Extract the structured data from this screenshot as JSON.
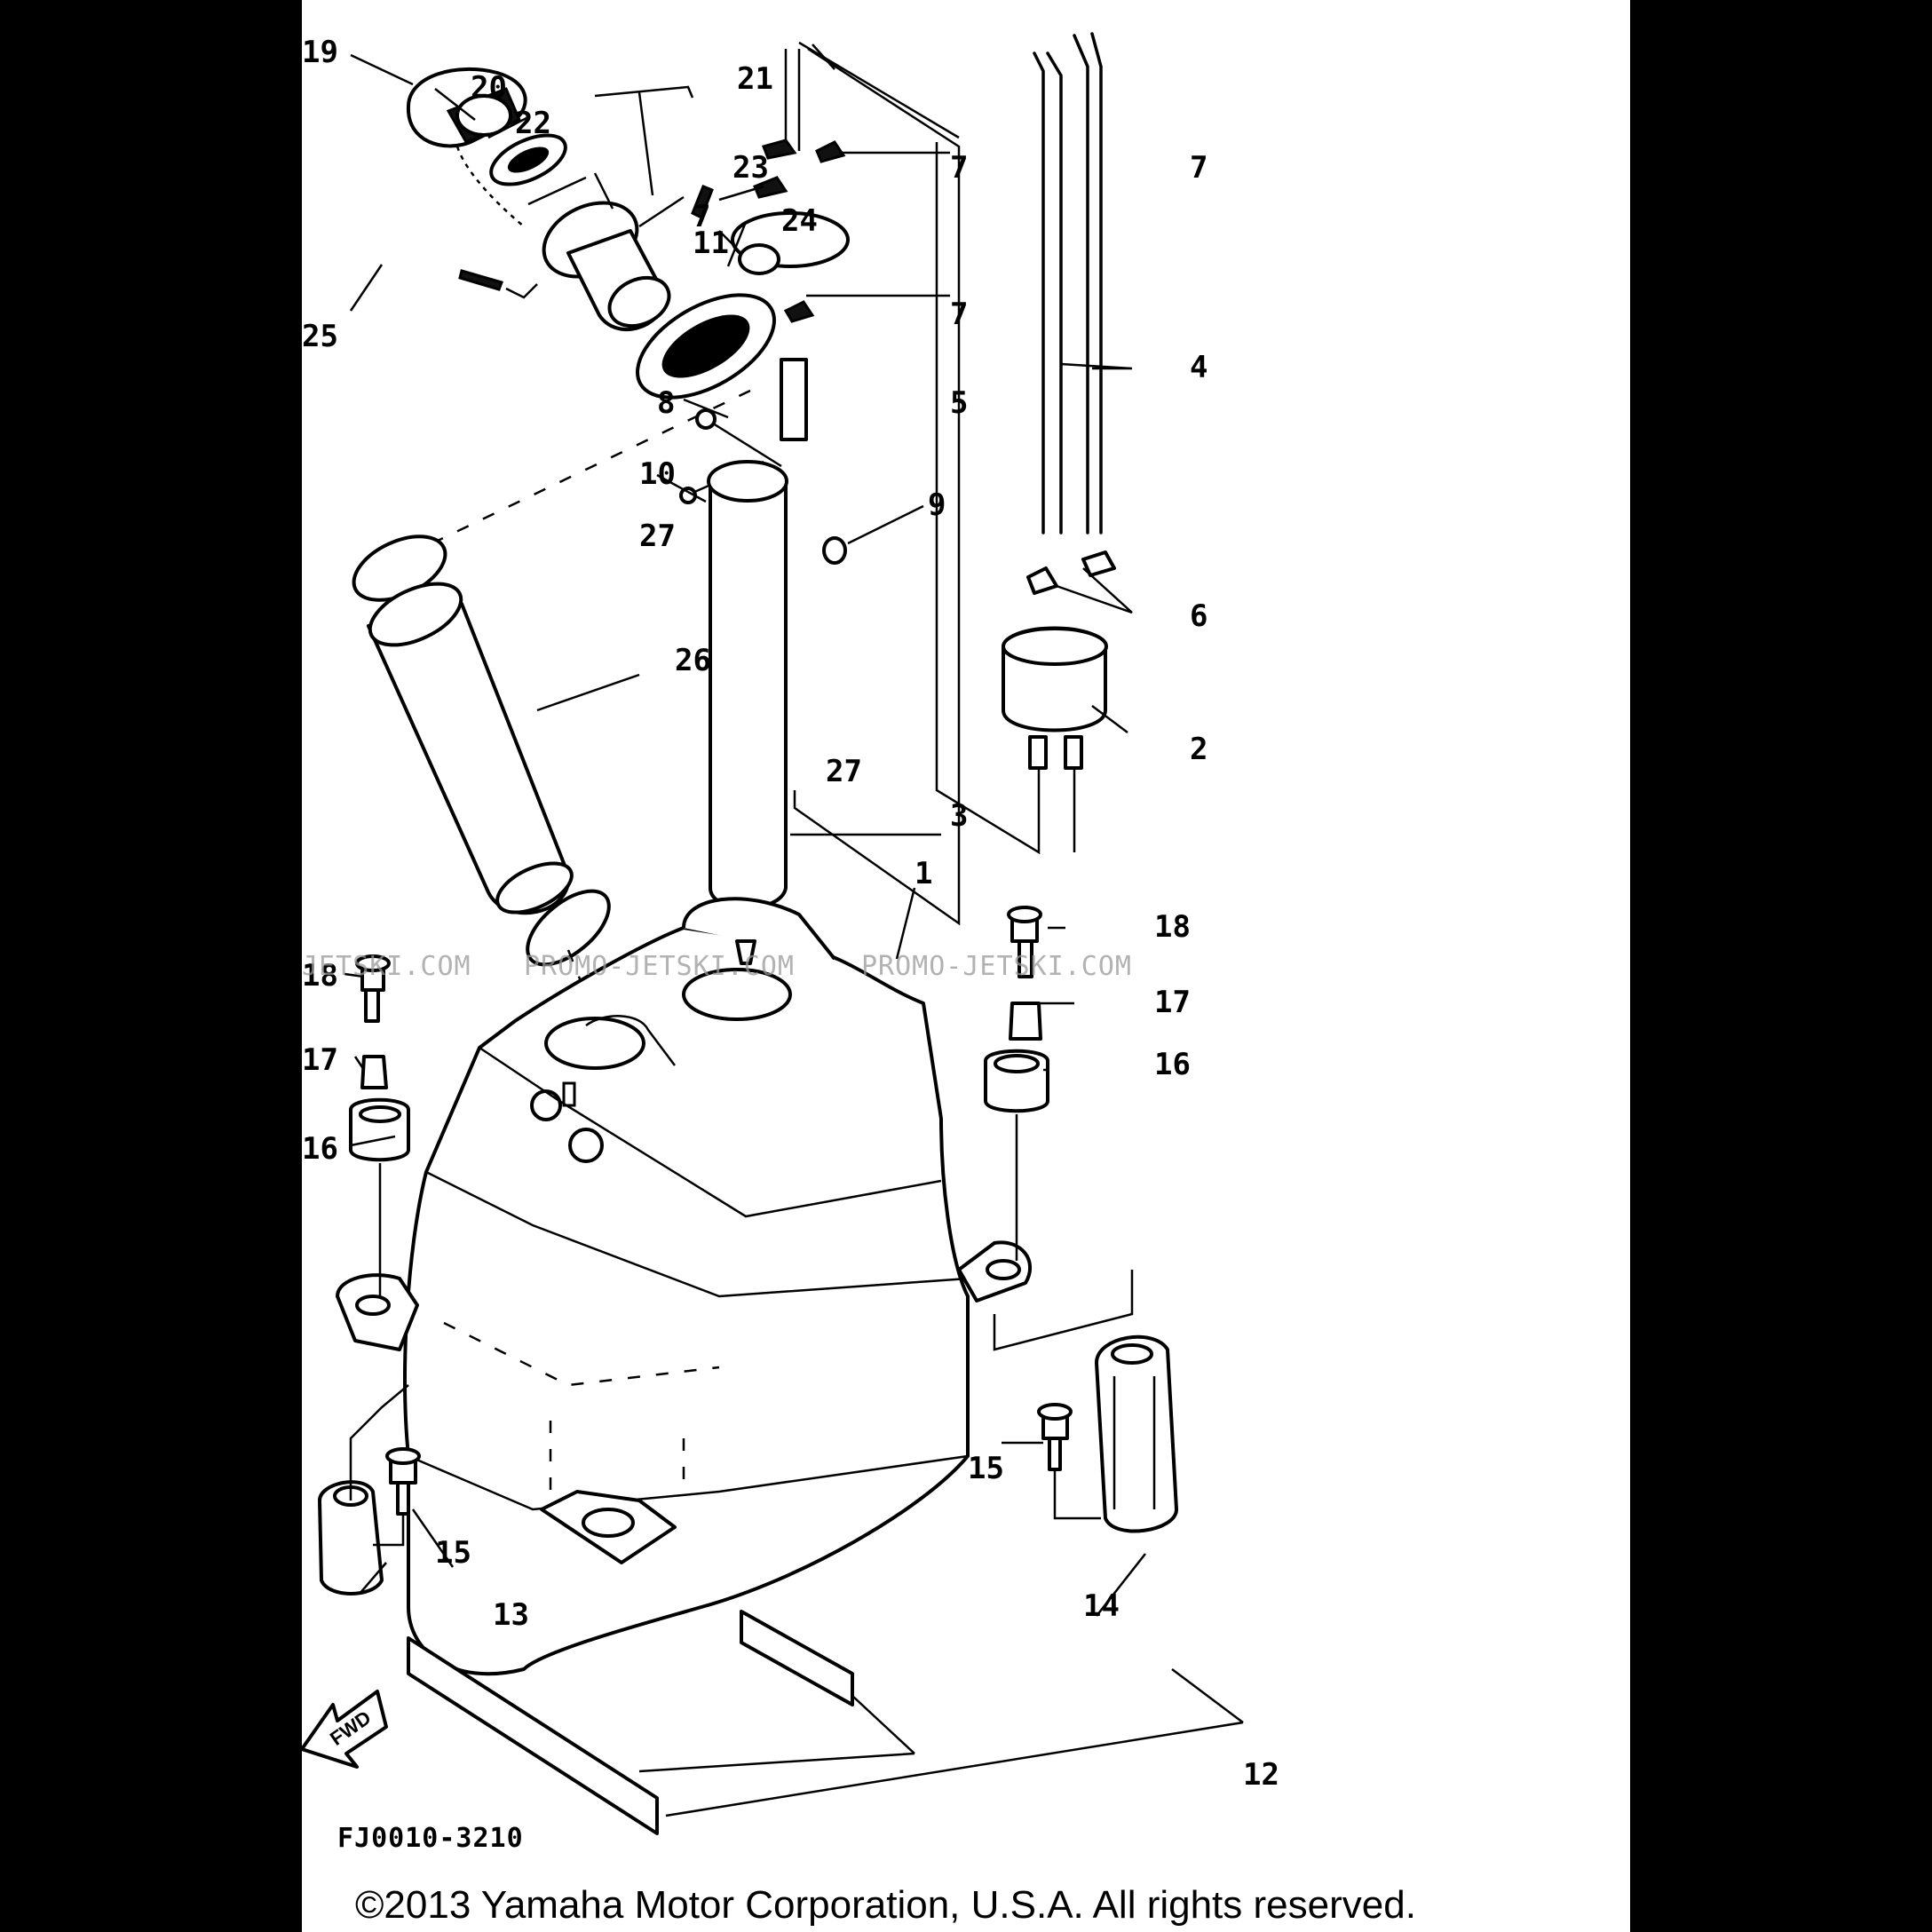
{
  "diagram": {
    "callouts": [
      "1",
      "2",
      "3",
      "4",
      "5",
      "6",
      "7",
      "7",
      "7",
      "7",
      "8",
      "9",
      "10",
      "11",
      "12",
      "13",
      "14",
      "15",
      "15",
      "16",
      "16",
      "17",
      "17",
      "18",
      "18",
      "19",
      "20",
      "21",
      "22",
      "23",
      "24",
      "25",
      "26",
      "27",
      "27"
    ],
    "fwd_label": "FWD",
    "drawing_code": "FJ0010-3210",
    "watermark": [
      "JETSKI.COM",
      "PROMO-JETSKI.COM",
      "PROMO-JETSKI.COM"
    ],
    "copyright": "©2013 Yamaha Motor Corporation, U.S.A. All rights reserved."
  }
}
